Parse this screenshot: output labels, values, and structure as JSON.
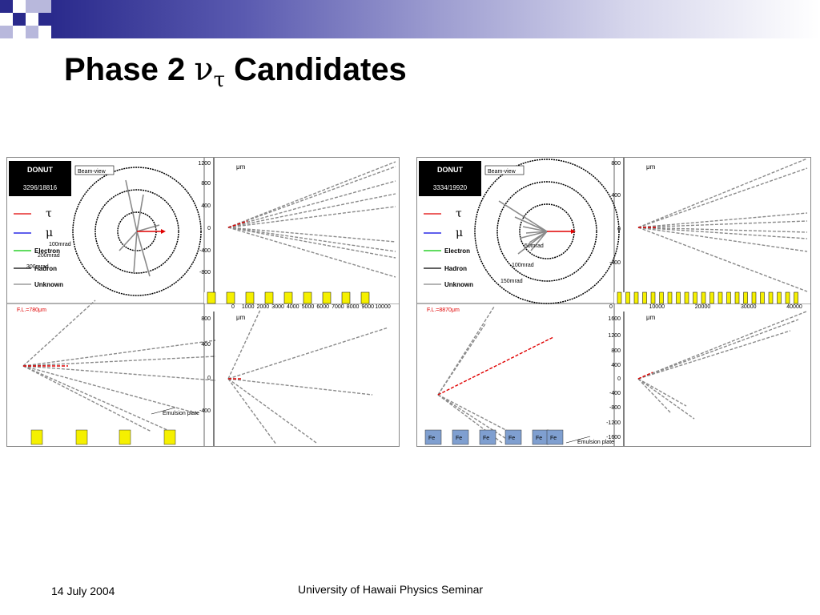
{
  "header": {
    "title_prefix": "Phase 2 ",
    "title_nu": "ν",
    "title_tau": "τ",
    "title_suffix": " Candidates"
  },
  "colors": {
    "accent_dark": "#2a2a8c",
    "accent_light": "#9c9cd0",
    "tau_track": "#e00000",
    "mu_track": "#0000e0",
    "electron_line": "#00c800",
    "hadron_line": "#000000",
    "unknown_line": "#888888",
    "emulsion_yellow": "#f5f000",
    "iron_blue": "#7f9fd0"
  },
  "events": [
    {
      "id": "event-left",
      "badge_title": "DONUT",
      "badge_number": "3296/18816",
      "legend": [
        {
          "symbol": "τ",
          "color": "#e00000"
        },
        {
          "symbol": "μ",
          "color": "#0000e0"
        },
        {
          "label": "Electron",
          "color": "#00c800"
        },
        {
          "label": "Hadron",
          "color": "#000000"
        },
        {
          "label": "Unknown",
          "color": "#888888"
        }
      ],
      "beam_view_label": "Beam-view",
      "ring_labels": [
        "100mrad",
        "200mrad",
        "300mrad"
      ],
      "unit_top": "μm",
      "unit_bottom": "μm",
      "y_ticks_top": [
        "1200",
        "800",
        "400",
        "0",
        "-400",
        "-800"
      ],
      "x_ticks": [
        "0",
        "1000",
        "2000",
        "3000",
        "4000",
        "5000",
        "6000",
        "7000",
        "8000",
        "9000",
        "10000"
      ],
      "y_ticks_bottom": [
        "800",
        "400",
        "0",
        "-400"
      ],
      "flight_length": "F.L.=780μm",
      "emulsion_label": "Emulsion plate",
      "iron_label": ""
    },
    {
      "id": "event-right",
      "badge_title": "DONUT",
      "badge_number": "3334/19920",
      "legend": [
        {
          "symbol": "τ",
          "color": "#e00000"
        },
        {
          "symbol": "μ",
          "color": "#0000e0"
        },
        {
          "label": "Electron",
          "color": "#00c800"
        },
        {
          "label": "Hadron",
          "color": "#000000"
        },
        {
          "label": "Unknown",
          "color": "#888888"
        }
      ],
      "beam_view_label": "Beam-view",
      "ring_labels": [
        "50mrad",
        "100mrad",
        "150mrad"
      ],
      "unit_top": "μm",
      "unit_bottom": "μm",
      "y_ticks_top": [
        "800",
        "400",
        "0",
        "-400"
      ],
      "x_ticks": [
        "0",
        "10000",
        "20000",
        "30000",
        "40000"
      ],
      "y_ticks_bottom": [
        "1600",
        "1200",
        "800",
        "400",
        "0",
        "-400",
        "-800",
        "-1200",
        "-1600"
      ],
      "flight_length": "F.L.=8870μm",
      "emulsion_label": "Emulsion plate",
      "iron_label": "Fe"
    }
  ],
  "footer": {
    "date": "14 July 2004",
    "center": "University of Hawaii Physics Seminar"
  }
}
